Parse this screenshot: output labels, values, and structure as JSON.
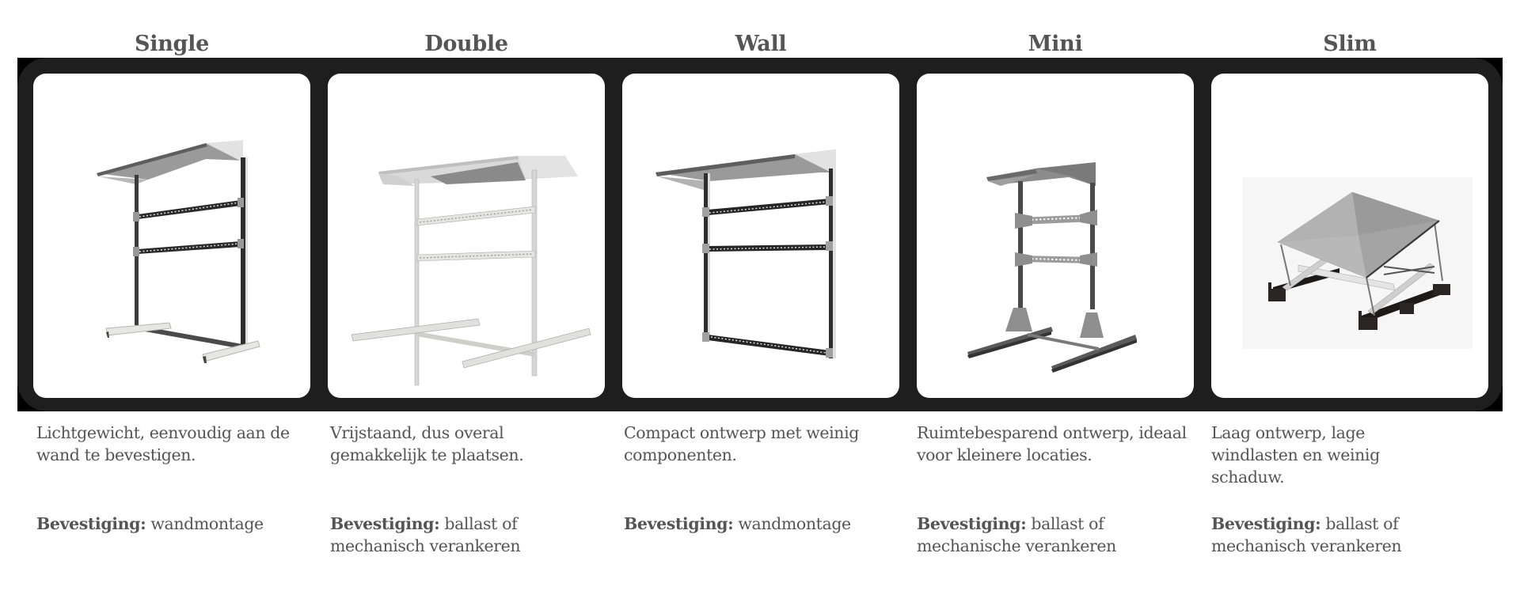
{
  "products": [
    {
      "title": "Single",
      "description": "Lichtgewicht, eenvoudig aan de wand te bevestigen.",
      "mount_label": "Bevestiging:",
      "mount_value": "wandmontage",
      "image": "single-wall-frame-with-canopy"
    },
    {
      "title": "Double",
      "description": "Vrijstaand, dus overal gemakkelijk te plaatsen.",
      "mount_label": "Bevestiging:",
      "mount_value": "ballast of mechanisch verankeren",
      "image": "double-freestanding-frame-with-canopy"
    },
    {
      "title": "Wall",
      "description": "Compact ontwerp met weinig componenten.",
      "mount_label": "Bevestiging:",
      "mount_value": "wandmontage",
      "image": "wall-mounted-frame-with-canopy"
    },
    {
      "title": "Mini",
      "description": "Ruimtebesparend ontwerp, ideaal voor kleinere locaties.",
      "mount_label": "Bevestiging:",
      "mount_value": "ballast of mechanische verankeren",
      "image": "mini-freestanding-frame-with-canopy"
    },
    {
      "title": "Slim",
      "description": "Laag ontwerp, lage windlasten en weinig schaduw.",
      "mount_label": "Bevestiging:",
      "mount_value": "ballast of mechanisch verankeren",
      "image": "slim-low-tilted-frame"
    }
  ],
  "colors": {
    "text": "#555555",
    "band": "#1e1e1e",
    "card": "#ffffff"
  }
}
